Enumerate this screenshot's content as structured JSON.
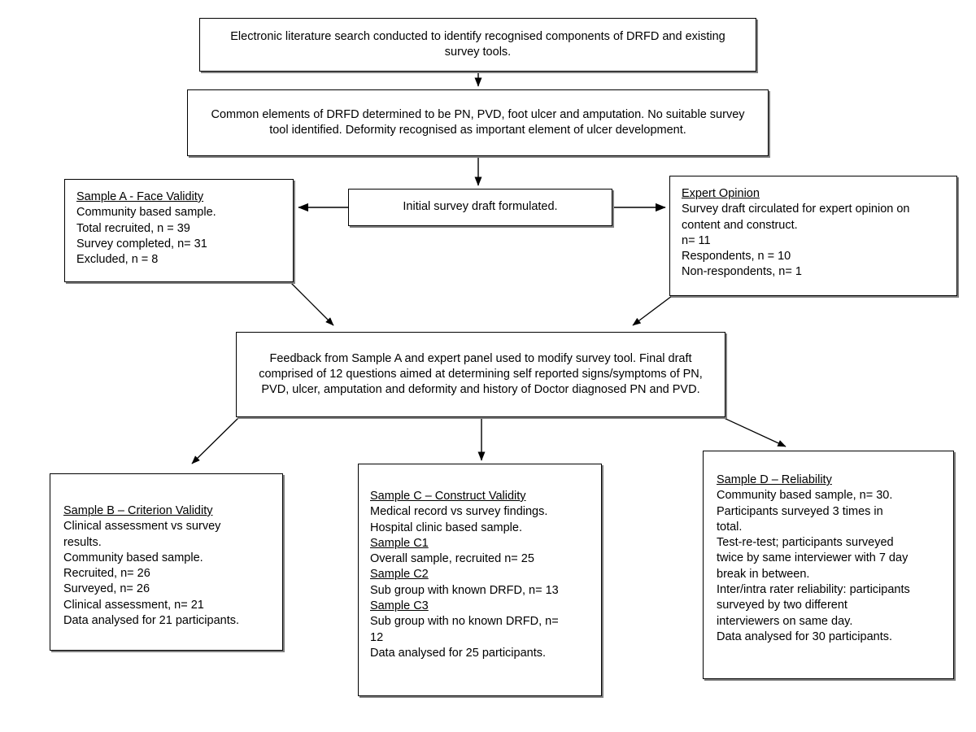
{
  "diagram": {
    "title": "DRFD survey tool development and validation flowchart",
    "accent_color": "#000000",
    "box_fill": "#ffffff",
    "shadow_color": "#808080"
  },
  "nodes": {
    "literature_search": {
      "name": "Electronic literature search",
      "lines": [
        "Electronic literature search conducted to identify recognised components of DRFD and existing survey tools."
      ]
    },
    "common_elements": {
      "name": "Common elements of DRFD",
      "lines": [
        "Common elements of DRFD determined to be PN, PVD, foot ulcer and amputation. No suitable survey tool identified.  Deformity recognised as important element of ulcer development."
      ]
    },
    "initial_draft": {
      "name": "Initial survey draft",
      "lines": [
        "Initial survey draft formulated."
      ]
    },
    "sample_a": {
      "heading": "Sample A - Face Validity",
      "lines": [
        "Community based sample.",
        "Total recruited, n = 39",
        "Survey completed, n= 31",
        "Excluded, n = 8"
      ]
    },
    "expert_opinion": {
      "heading": "Expert Opinion",
      "lines": [
        "Survey draft circulated for expert opinion on",
        "content and construct.",
        "n= 11",
        "Respondents, n = 10",
        "Non-respondents, n= 1"
      ]
    },
    "feedback": {
      "name": "Feedback and final draft",
      "lines": [
        "Feedback from Sample A and expert panel used to modify survey tool. Final draft comprised of 12 questions aimed at determining self reported signs/symptoms of PN, PVD, ulcer, amputation and deformity and history of Doctor diagnosed PN and PVD."
      ]
    },
    "sample_b": {
      "heading": "Sample B – Criterion Validity",
      "lines": [
        "Clinical assessment vs survey",
        "results.",
        "Community based sample.",
        "Recruited, n= 26",
        "Surveyed, n= 26",
        "Clinical assessment, n= 21",
        "Data analysed for 21 participants."
      ]
    },
    "sample_c": {
      "heading": "Sample C – Construct Validity",
      "lines": [
        {
          "text": "Medical record vs survey findings.",
          "underline": false
        },
        {
          "text": "Hospital clinic based sample.",
          "underline": false
        },
        {
          "text": "Sample C1",
          "underline": true
        },
        {
          "text": "Overall sample, recruited n= 25",
          "underline": false
        },
        {
          "text": "Sample C2",
          "underline": true
        },
        {
          "text": "Sub group with known DRFD, n= 13",
          "underline": false
        },
        {
          "text": "Sample C3",
          "underline": true
        },
        {
          "text": "Sub group with no known DRFD, n=",
          "underline": false
        },
        {
          "text": "12",
          "underline": false
        },
        {
          "text": "Data analysed for 25 participants.",
          "underline": false
        }
      ]
    },
    "sample_d": {
      "heading": "Sample D – Reliability",
      "lines": [
        "Community based sample, n= 30.",
        "Participants surveyed 3 times in",
        "total.",
        "Test-re-test; participants surveyed",
        "twice by same interviewer with 7 day",
        "break in between.",
        "Inter/intra rater reliability: participants",
        "surveyed by two different",
        "interviewers on same day.",
        "Data analysed for 30 participants."
      ]
    }
  },
  "connectors": [
    {
      "id": "lit-to-common",
      "from": "literature_search",
      "to": "common_elements",
      "style": "vertical-arrow"
    },
    {
      "id": "common-to-initial",
      "from": "common_elements",
      "to": "initial_draft",
      "style": "vertical-arrow"
    },
    {
      "id": "initial-to-sampleA",
      "from": "initial_draft",
      "to": "sample_a",
      "style": "horizontal-arrow-left"
    },
    {
      "id": "initial-to-expert",
      "from": "initial_draft",
      "to": "expert_opinion",
      "style": "horizontal-arrow-right"
    },
    {
      "id": "sampleA-to-feedback",
      "from": "sample_a",
      "to": "feedback",
      "style": "diagonal-arrow"
    },
    {
      "id": "expert-to-feedback",
      "from": "expert_opinion",
      "to": "feedback",
      "style": "diagonal-arrow"
    },
    {
      "id": "feedback-to-sampleB",
      "from": "feedback",
      "to": "sample_b",
      "style": "diagonal-arrow"
    },
    {
      "id": "feedback-to-sampleC",
      "from": "feedback",
      "to": "sample_c",
      "style": "vertical-arrow"
    },
    {
      "id": "feedback-to-sampleD",
      "from": "feedback",
      "to": "sample_d",
      "style": "diagonal-arrow"
    }
  ]
}
